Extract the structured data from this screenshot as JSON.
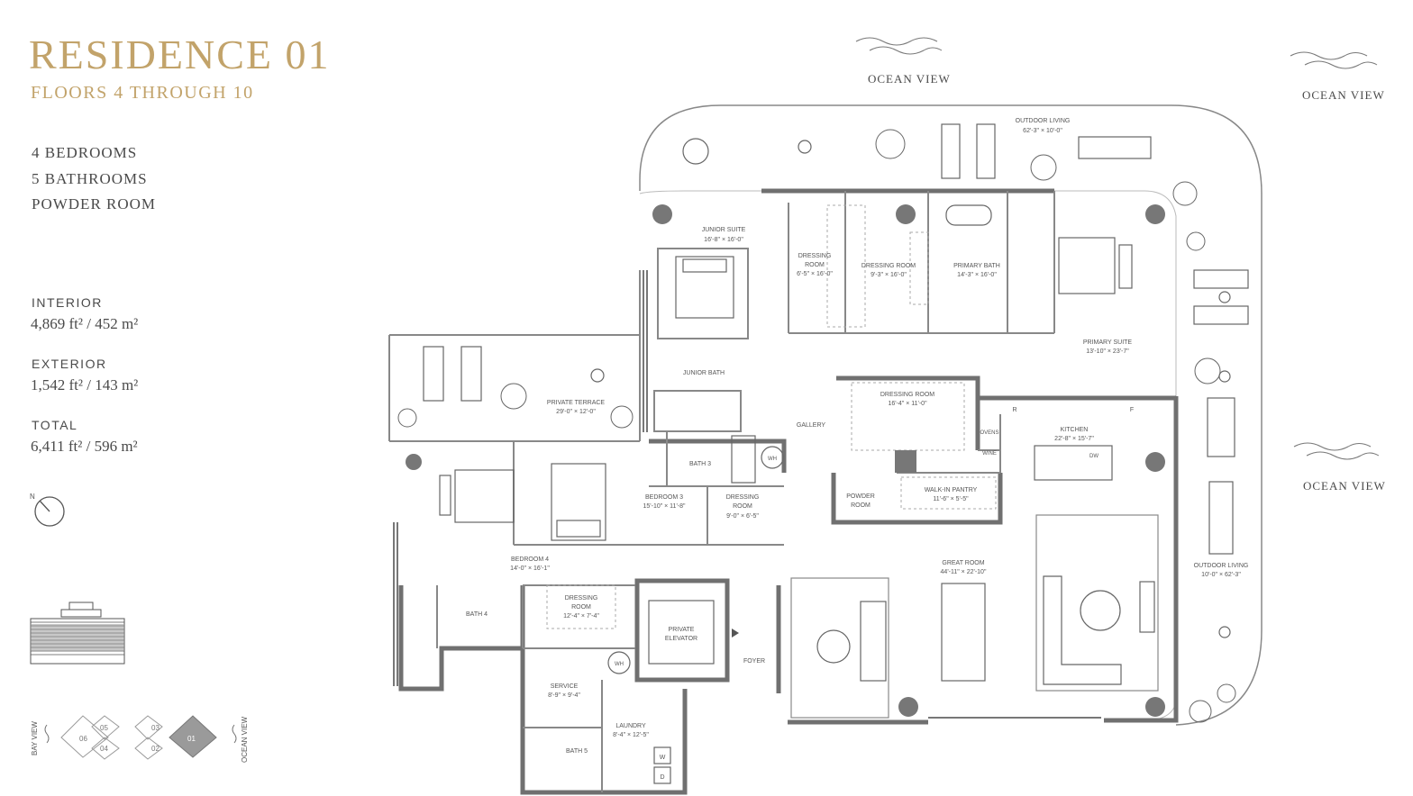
{
  "header": {
    "title": "RESIDENCE 01",
    "subtitle": "FLOORS 4 THROUGH 10"
  },
  "rooms_summary": [
    "4 BEDROOMS",
    "5 BATHROOMS",
    "POWDER ROOM"
  ],
  "areas": [
    {
      "label": "INTERIOR",
      "value": "4,869 ft² / 452 m²"
    },
    {
      "label": "EXTERIOR",
      "value": "1,542 ft² / 143 m²"
    },
    {
      "label": "TOTAL",
      "value": "6,411 ft² / 596 m²"
    }
  ],
  "compass": {
    "north": "N"
  },
  "keyplan": {
    "left_label": "BAY VIEW",
    "right_label": "OCEAN VIEW",
    "units": [
      "06",
      "05",
      "04",
      "03",
      "02",
      "01"
    ],
    "highlight": "01",
    "highlight_color": "#9a9a9a"
  },
  "views": {
    "top": "OCEAN VIEW",
    "top_right": "OCEAN VIEW",
    "right": "OCEAN VIEW"
  },
  "rooms": {
    "outdoor_living_top": {
      "name": "OUTDOOR LIVING",
      "dims": "62'-3\" × 10'-0\""
    },
    "junior_suite": {
      "name": "JUNIOR SUITE",
      "dims": "16'-8\" × 16'-0\""
    },
    "dressing_room_a": {
      "name": "DRESSING",
      "name2": "ROOM",
      "dims": "6'-5\" × 16'-0\""
    },
    "dressing_room_b": {
      "name": "DRESSING ROOM",
      "dims": "9'-3\" × 16'-0\""
    },
    "primary_bath": {
      "name": "PRIMARY BATH",
      "dims": "14'-3\" × 16'-0\""
    },
    "primary_suite": {
      "name": "PRIMARY SUITE",
      "dims": "13'-10\" × 23'-7\""
    },
    "private_terrace": {
      "name": "PRIVATE TERRACE",
      "dims": "29'-0\" × 12'-0\""
    },
    "junior_bath": {
      "name": "JUNIOR BATH"
    },
    "gallery": {
      "name": "GALLERY"
    },
    "dressing_room_c": {
      "name": "DRESSING ROOM",
      "dims": "16'-4\" × 11'-0\""
    },
    "kitchen": {
      "name": "KITCHEN",
      "dims": "22'-8\" × 15'-7\""
    },
    "bath_3": {
      "name": "BATH 3"
    },
    "bedroom_3": {
      "name": "BEDROOM 3",
      "dims": "15'-10\" × 11'-8\""
    },
    "dressing_room_d": {
      "name": "DRESSING",
      "name2": "ROOM",
      "dims": "9'-0\" × 6'-5\""
    },
    "powder_room": {
      "name": "POWDER",
      "name2": "ROOM"
    },
    "walk_in_pantry": {
      "name": "WALK-IN PANTRY",
      "dims": "11'-6\" × 5'-5\""
    },
    "bedroom_4": {
      "name": "BEDROOM 4",
      "dims": "14'-0\" × 16'-1\""
    },
    "great_room": {
      "name": "GREAT ROOM",
      "dims": "44'-11\" × 22'-10\""
    },
    "outdoor_living_right": {
      "name": "OUTDOOR LIVING",
      "dims": "10'-0\" × 62'-3\""
    },
    "bath_4": {
      "name": "BATH 4"
    },
    "dressing_room_e": {
      "name": "DRESSING",
      "name2": "ROOM",
      "dims": "12'-4\" × 7'-4\""
    },
    "private_elevator": {
      "name": "PRIVATE",
      "name2": "ELEVATOR"
    },
    "foyer": {
      "name": "FOYER"
    },
    "service": {
      "name": "SERVICE",
      "dims": "8'-9\" × 9'-4\""
    },
    "laundry": {
      "name": "LAUNDRY",
      "dims": "8'-4\" × 12'-5\""
    },
    "bath_5": {
      "name": "BATH 5"
    }
  },
  "kitchen_marks": {
    "ovens": "OVENS",
    "wine": "WINE",
    "r": "R",
    "f": "F",
    "dw": "DW"
  },
  "fixtures": {
    "wh": "WH",
    "w": "W",
    "d": "D"
  }
}
